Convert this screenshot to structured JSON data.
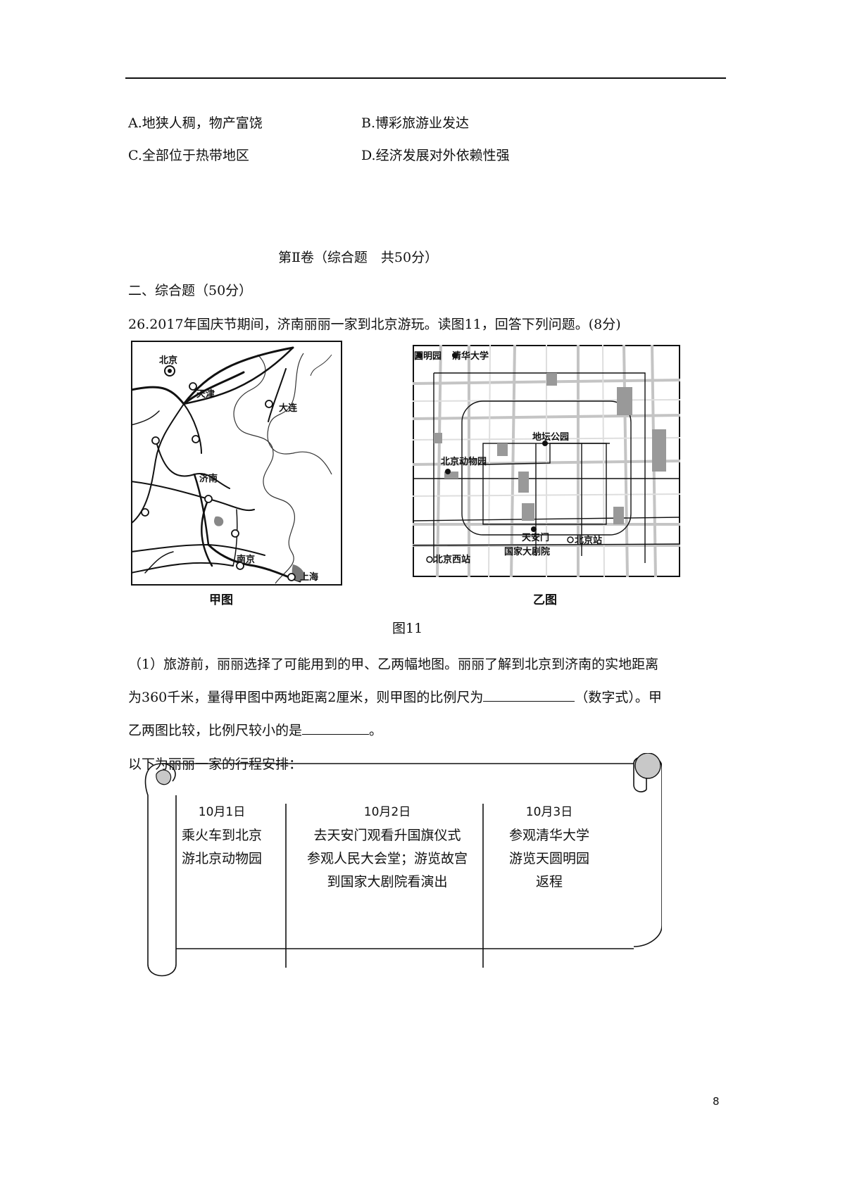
{
  "options": {
    "a": "A.地狭人稠，物产富饶",
    "b": "B.博彩旅游业发达",
    "c": "C.全部位于热带地区",
    "d": "D.经济发展对外依赖性强"
  },
  "section": {
    "volume_title": "第Ⅱ卷（综合题　共50分）",
    "part_title": "二、综合题（50分）"
  },
  "question": {
    "intro": "26.2017年国庆节期间，济南丽丽一家到北京游玩。读图11，回答下列问题。(8分)",
    "figure_caption": "图11",
    "q1_line1": "（1）旅游前，丽丽选择了可能用到的甲、乙两幅地图。丽丽了解到北京到济南的实地距离",
    "q1_line2_a": "为360千米，量得甲图中两地距离2厘米，则甲图的比例尺为",
    "q1_line2_b": "（数字式）。甲",
    "q1_line3_a": "乙两图比较，比例尺较小的是",
    "q1_line3_b": "。",
    "itinerary_intro": "以下为丽丽一家的行程安排："
  },
  "map_jia": {
    "caption": "甲图",
    "labels": {
      "beijing": "北京",
      "tianjin": "天津",
      "dalian": "大连",
      "jinan": "济南",
      "nanjing": "南京",
      "shanghai": "上海"
    }
  },
  "map_yi": {
    "caption": "乙图",
    "labels": {
      "yuanmingyuan": "圆明园",
      "tsinghua": "清华大学",
      "ditan": "地坛公园",
      "zoo": "北京动物园",
      "tiananmen": "天安门",
      "beijing_station": "北京站",
      "theatre": "国家大剧院",
      "beijing_west": "北京西站"
    }
  },
  "itinerary": [
    {
      "date": "10月1日",
      "lines": [
        "乘火车到北京",
        "游北京动物园"
      ]
    },
    {
      "date": "10月2日",
      "lines": [
        "去天安门观看升国旗仪式",
        "参观人民大会堂；游览故宫",
        "到国家大剧院看演出"
      ]
    },
    {
      "date": "10月3日",
      "lines": [
        "参观清华大学",
        "游览天圆明园",
        "返程"
      ]
    }
  ],
  "page_number": "8"
}
